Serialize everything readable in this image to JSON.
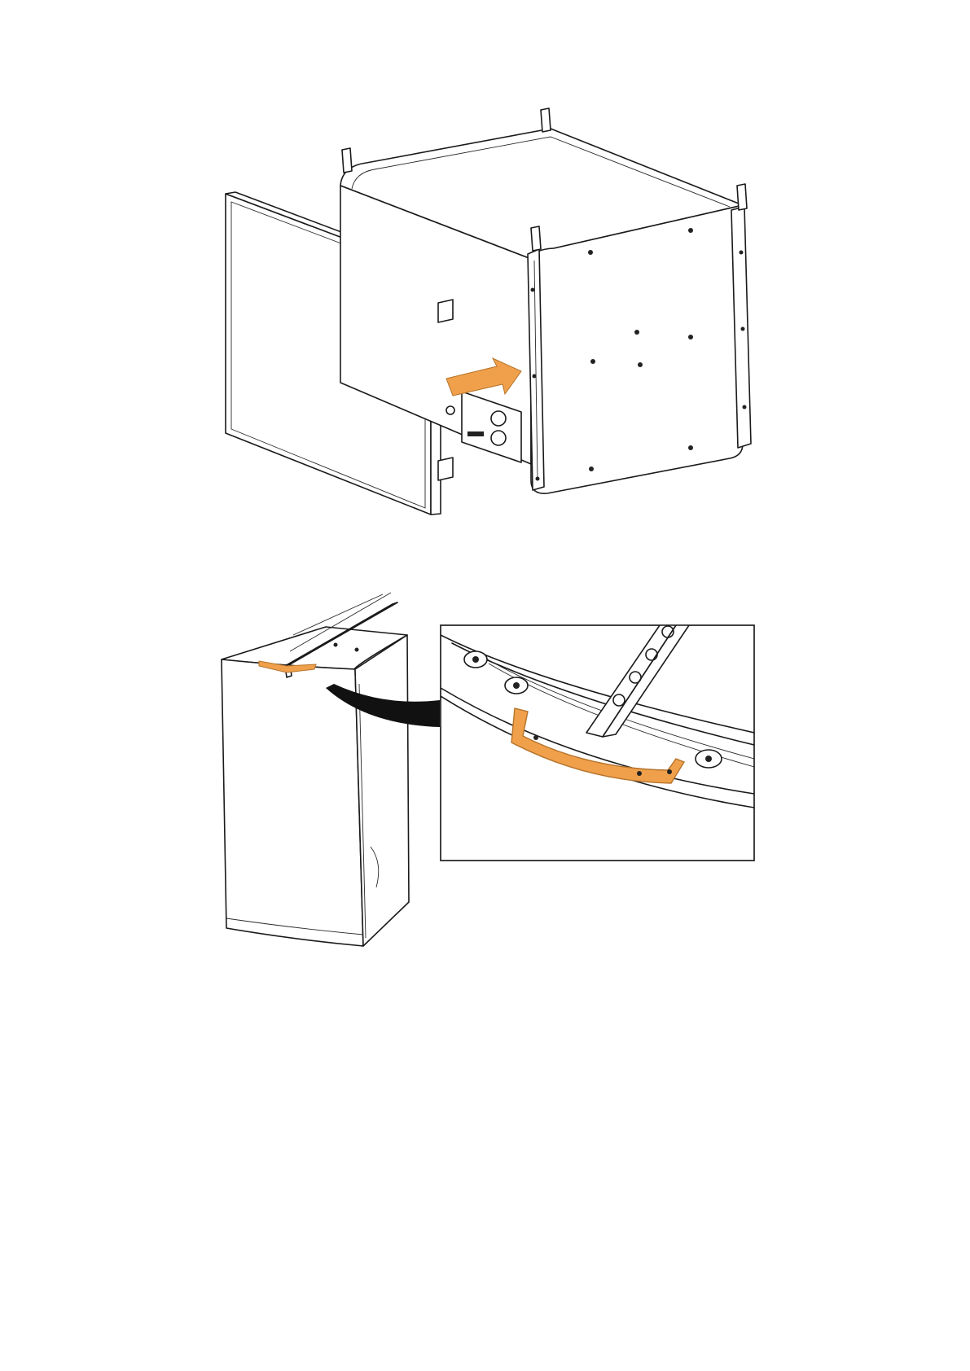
{
  "colors": {
    "accent": "#F0A04B",
    "accent_stroke": "#B5732A",
    "line": "#1a1a1a",
    "background": "#ffffff"
  },
  "figures": [
    {
      "name": "figure-1",
      "icons": [
        "front-grille-panel",
        "speaker-cabinet",
        "insertion-arrow-icon",
        "connector-panel"
      ]
    },
    {
      "name": "figure-2",
      "icons": [
        "column-speaker",
        "rigging-bar",
        "callout-arrow-icon",
        "detail-inset",
        "handle-bracket-highlight"
      ]
    }
  ]
}
